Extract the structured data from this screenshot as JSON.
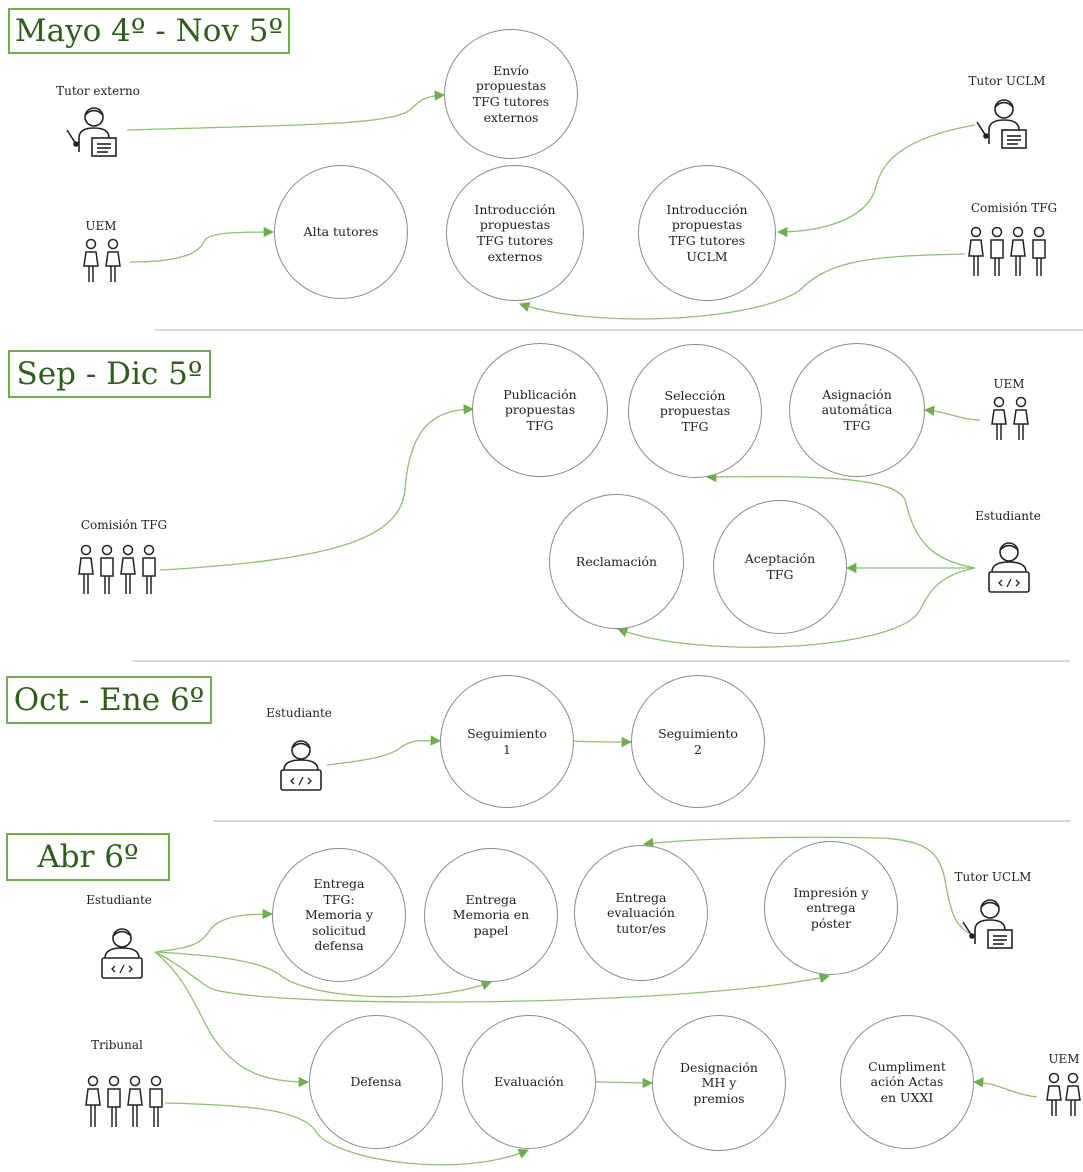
{
  "phases": [
    {
      "label": "Mayo 4º - Nov 5º"
    },
    {
      "label": "Sep - Dic 5º"
    },
    {
      "label": "Oct - Ene 6º"
    },
    {
      "label": "Abr 6º"
    }
  ],
  "actors": {
    "p1_tutor_externo": "Tutor externo",
    "p1_tutor_uclm": "Tutor UCLM",
    "p1_uem": "UEM",
    "p1_comision": "Comisión TFG",
    "p2_uem": "UEM",
    "p2_comision": "Comisión TFG",
    "p2_estudiante": "Estudiante",
    "p3_estudiante": "Estudiante",
    "p4_estudiante": "Estudiante",
    "p4_tutor_uclm": "Tutor UCLM",
    "p4_tribunal": "Tribunal",
    "p4_uem": "UEM"
  },
  "nodes": {
    "envio": "Envío\npropuestas\nTFG tutores\nexternos",
    "alta": "Alta tutores",
    "intro_ext": "Introducción\npropuestas\nTFG tutores\nexternos",
    "intro_uclm": "Introducción\npropuestas\nTFG tutores\nUCLM",
    "publicacion": "Publicación\npropuestas\nTFG",
    "seleccion": "Selección\npropuestas\nTFG",
    "asignacion": "Asignación\nautomática\nTFG",
    "reclamacion": "Reclamación",
    "aceptacion": "Aceptación\nTFG",
    "seg1": "Seguimiento\n1",
    "seg2": "Seguimiento\n2",
    "entrega_tfg": "Entrega\nTFG:\nMemoria y\nsolicitud\ndefensa",
    "entrega_papel": "Entrega\nMemoria en\npapel",
    "entrega_eval": "Entrega\nevaluación\ntutor/es",
    "impresion": "Impresión y\nentrega\npóster",
    "defensa": "Defensa",
    "evaluacion": "Evaluación",
    "designacion": "Designación\nMH y\npremios",
    "cumplimiento": "Cumpliment\nación Actas\nen UXXI"
  },
  "colors": {
    "accent": "#6fae4f",
    "phase_text": "#2f5e1c",
    "node_border": "#8c8c8c"
  },
  "icons": {
    "tutor": "teacher-icon",
    "group": "people-group-icon",
    "student": "student-laptop-icon"
  }
}
